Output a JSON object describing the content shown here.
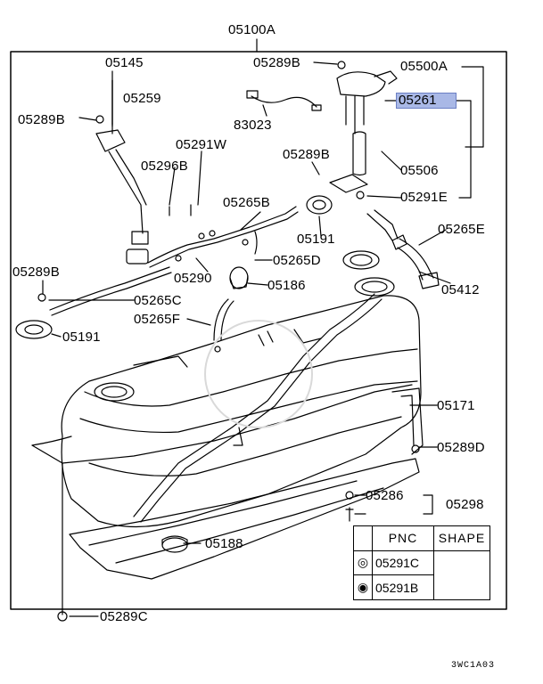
{
  "diagram": {
    "top_code": "05100A",
    "labels": {
      "l05145": "05145",
      "l05259": "05259",
      "l05289B_a": "05289B",
      "l05289B_b": "05289B",
      "l83023": "83023",
      "l05500A": "05500A",
      "l05261": "05261",
      "l05291W": "05291W",
      "l05296B": "05296B",
      "l05289B_c": "05289B",
      "l05506": "05506",
      "l05291E": "05291E",
      "l05265B": "05265B",
      "l05191_a": "05191",
      "l05265E": "05265E",
      "l05289B_d": "05289B",
      "l05290": "05290",
      "l05265D": "05265D",
      "l05412": "05412",
      "l05265C": "05265C",
      "l05186": "05186",
      "l05265F": "05265F",
      "l05191_b": "05191",
      "l05171": "05171",
      "l05289D": "05289D",
      "l05286": "05286",
      "l05298": "05298",
      "l05188": "05188",
      "l05289C": "05289C"
    },
    "table": {
      "header_pnc": "PNC",
      "header_shape": "SHAPE",
      "row1_code": "05291C",
      "row2_code": "05291B",
      "row1_symbol": "◎",
      "row2_symbol": "◉"
    },
    "footer_code": "3WC1A03",
    "highlight_color": "#a9b8e6"
  }
}
